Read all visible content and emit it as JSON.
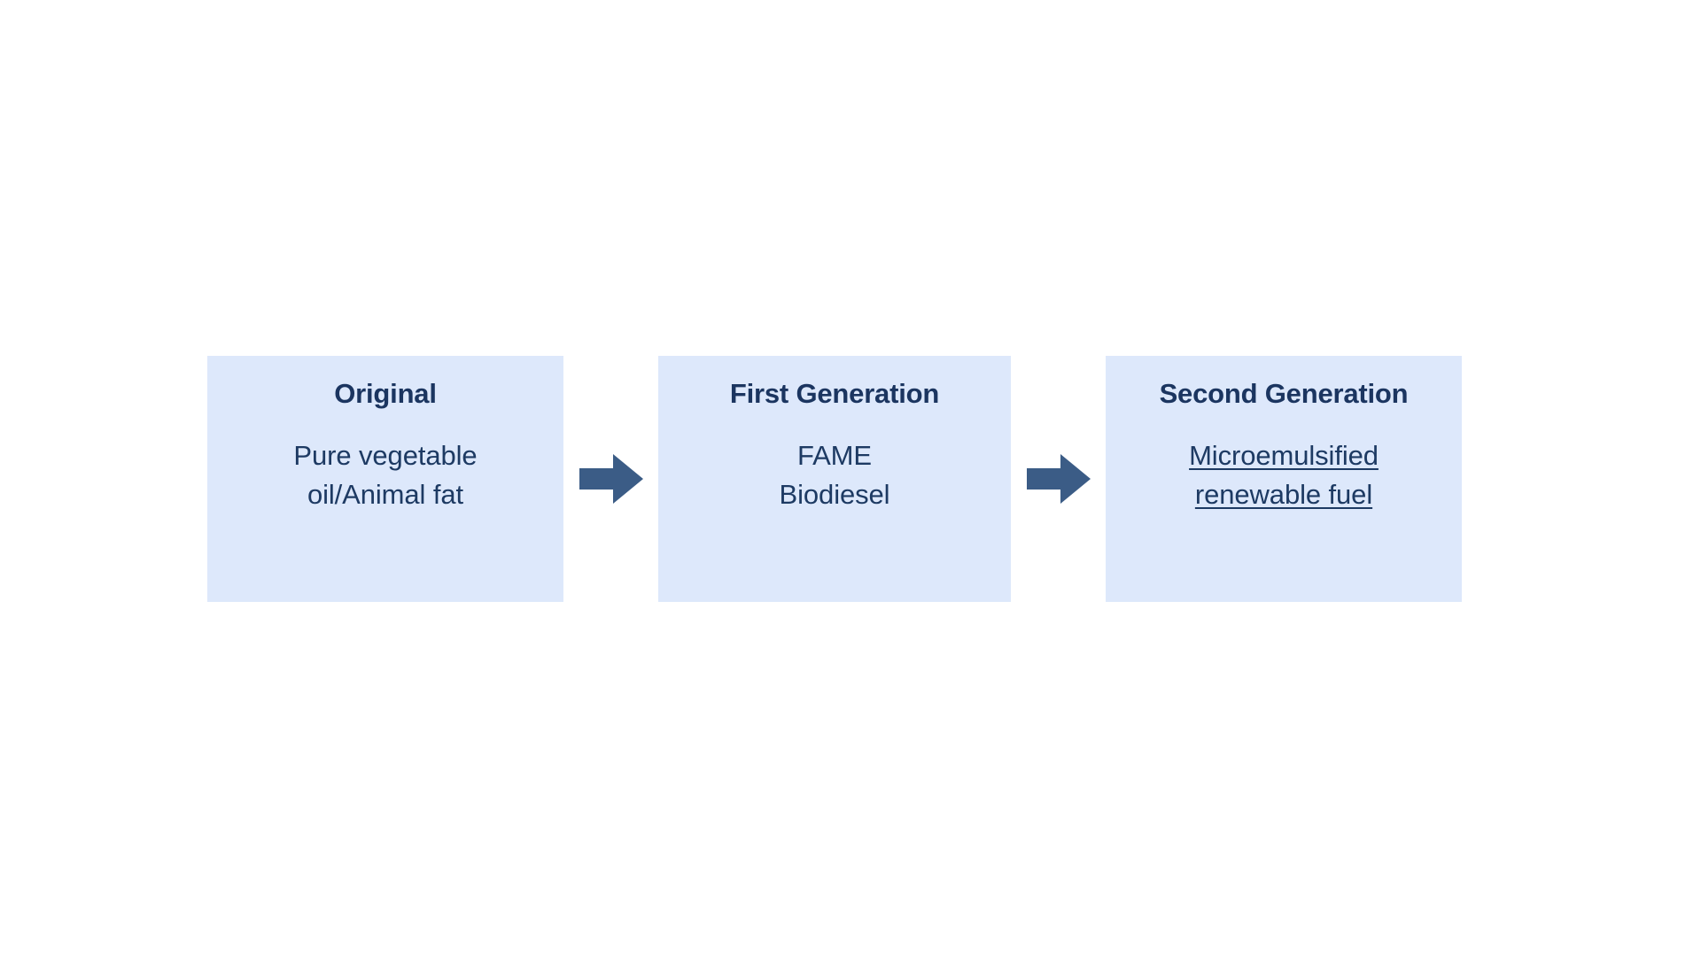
{
  "diagram": {
    "type": "horizontal-flow",
    "background_color": "#ffffff",
    "box_fill_color": "#dde8fb",
    "heading_color": "#1b3560",
    "body_color": "#1d3a63",
    "arrow_color": "#3b5c86",
    "stages": [
      {
        "title": "Original",
        "body_lines": [
          "Pure vegetable",
          "oil/Animal fat"
        ],
        "underlined": false
      },
      {
        "title": "First Generation",
        "body_lines": [
          "FAME",
          "Biodiesel"
        ],
        "underlined": false
      },
      {
        "title": "Second Generation",
        "body_lines": [
          "Microemulsified",
          "renewable fuel"
        ],
        "underlined": true
      }
    ],
    "connectors": [
      {
        "icon": "right-arrow-icon",
        "from": "Original",
        "to": "First Generation"
      },
      {
        "icon": "right-arrow-icon",
        "from": "First Generation",
        "to": "Second Generation"
      }
    ]
  }
}
